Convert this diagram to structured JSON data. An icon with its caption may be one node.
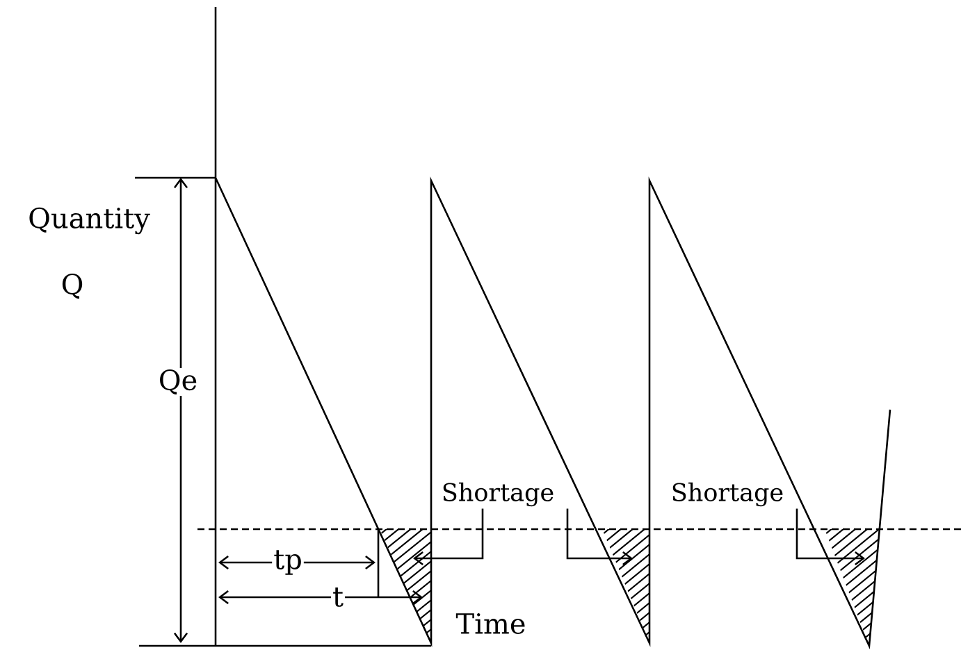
{
  "diagram": {
    "nodes": [
      {
        "text": [
          "Shortage"
        ]
      },
      {
        "text": [
          "Shortage"
        ]
      },
      {
        "text": [],
        "shape": "triangle"
      },
      {
        "text": [],
        "shape": "triangle"
      },
      {
        "text": [],
        "shape": "triangle"
      }
    ],
    "edges": [
      {
        "from": 0,
        "to": 2,
        "arrow": "to"
      },
      {
        "from": 0,
        "to": 3,
        "arrow": "to"
      },
      {
        "from": 1,
        "to": 4,
        "arrow": "to"
      }
    ],
    "labels": [
      "Quantity",
      "Q",
      "Qe",
      "tp",
      "t",
      "Time"
    ]
  }
}
